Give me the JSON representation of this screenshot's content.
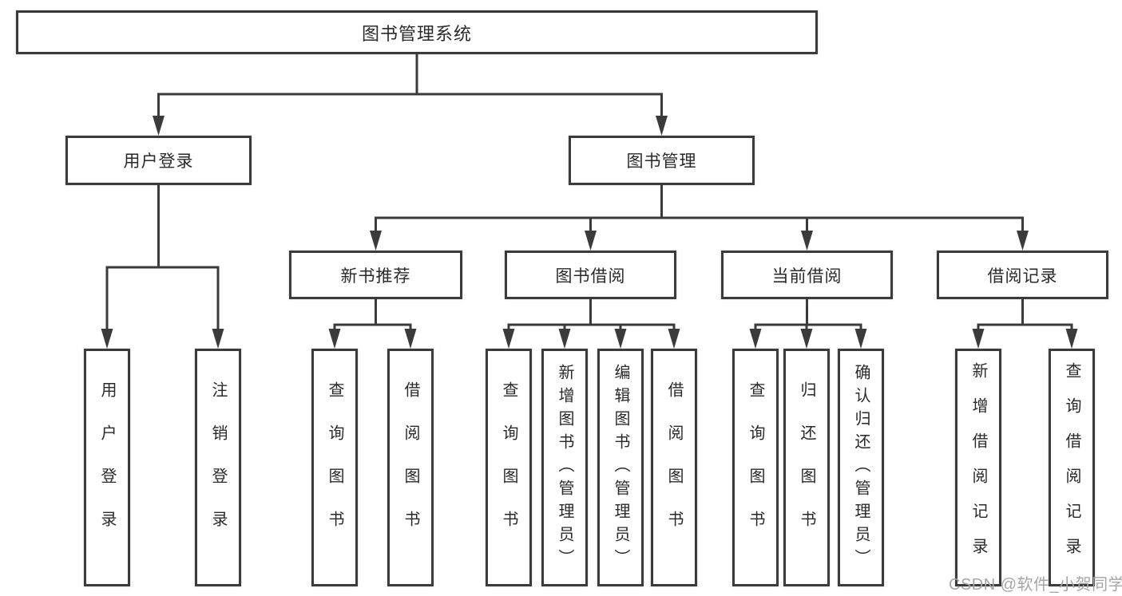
{
  "diagram": {
    "root": {
      "label": "图书管理系统"
    },
    "level2": [
      {
        "label": "用户登录"
      },
      {
        "label": "图书管理"
      }
    ],
    "level3": [
      {
        "label": "新书推荐"
      },
      {
        "label": "图书借阅"
      },
      {
        "label": "当前借阅"
      },
      {
        "label": "借阅记录"
      }
    ],
    "leaves": {
      "user": [
        "用户登录",
        "注销登录"
      ],
      "newbook": [
        "查询图书",
        "借阅图书"
      ],
      "borrow": [
        "查询图书",
        "新增图书（管理员）",
        "编辑图书（管理员）",
        "借阅图书"
      ],
      "current": [
        "查询图书",
        "归还图书",
        "确认归还（管理员）"
      ],
      "records": [
        "新增借阅记录",
        "查询借阅记录"
      ]
    }
  },
  "colors": {
    "line": "#3b3b3b",
    "text": "#2a2a2a",
    "watermark": "#a6a6a6"
  },
  "watermark": "CSDN @软件_小贺同学"
}
